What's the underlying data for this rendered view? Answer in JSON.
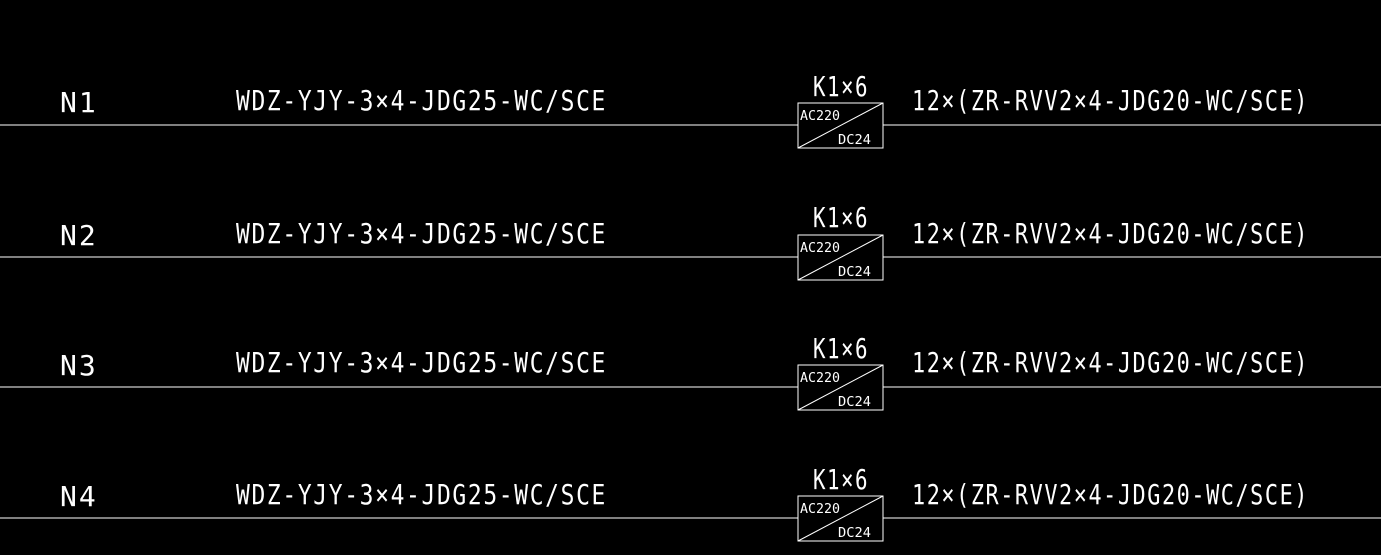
{
  "colors": {
    "background": "#000000",
    "line": "#ffffff",
    "text": "#ffffff"
  },
  "rows": [
    {
      "circuit": "N1",
      "cable": "WDZ-YJY-3×4-JDG25-WC/SCE",
      "module_label": "K1×6",
      "module_input": "AC220",
      "module_output": "DC24",
      "outgoing": "12×(ZR-RVV2×4-JDG20-WC/SCE)"
    },
    {
      "circuit": "N2",
      "cable": "WDZ-YJY-3×4-JDG25-WC/SCE",
      "module_label": "K1×6",
      "module_input": "AC220",
      "module_output": "DC24",
      "outgoing": "12×(ZR-RVV2×4-JDG20-WC/SCE)"
    },
    {
      "circuit": "N3",
      "cable": "WDZ-YJY-3×4-JDG25-WC/SCE",
      "module_label": "K1×6",
      "module_input": "AC220",
      "module_output": "DC24",
      "outgoing": "12×(ZR-RVV2×4-JDG20-WC/SCE)"
    },
    {
      "circuit": "N4",
      "cable": "WDZ-YJY-3×4-JDG25-WC/SCE",
      "module_label": "K1×6",
      "module_input": "AC220",
      "module_output": "DC24",
      "outgoing": "12×(ZR-RVV2×4-JDG20-WC/SCE)"
    }
  ]
}
